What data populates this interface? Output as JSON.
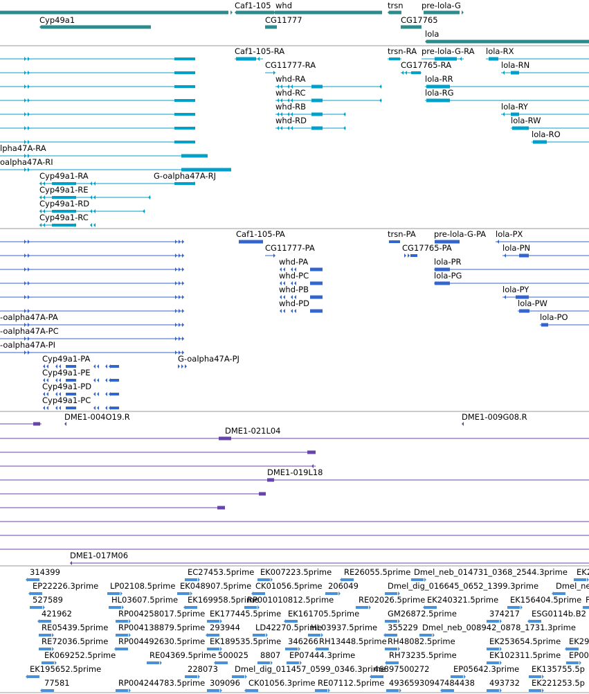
{
  "colors": {
    "gene": "#2e8b8b",
    "transcript": "#00a0c8",
    "cds": "#3366cc",
    "bac": "#6644aa",
    "est": "#4a90d9",
    "divider": "#999999"
  },
  "tracks": {
    "genes": {
      "labels": [
        {
          "text": "Caf1-105"
        },
        {
          "text": "whd"
        },
        {
          "text": "trsn"
        },
        {
          "text": "pre-lola-G"
        },
        {
          "text": "Cyp49a1"
        },
        {
          "text": "CG11777"
        },
        {
          "text": "CG17765"
        },
        {
          "text": "lola"
        }
      ]
    },
    "transcripts": {
      "labels": [
        {
          "text": "Caf1-105-RA"
        },
        {
          "text": "trsn-RA"
        },
        {
          "text": "pre-lola-G-RA"
        },
        {
          "text": "lola-RX"
        },
        {
          "text": "CG11777-RA"
        },
        {
          "text": "CG17765-RA"
        },
        {
          "text": "lola-RN"
        },
        {
          "text": "whd-RA"
        },
        {
          "text": "lola-RR"
        },
        {
          "text": "whd-RC"
        },
        {
          "text": "lola-RG"
        },
        {
          "text": "whd-RB"
        },
        {
          "text": "lola-RY"
        },
        {
          "text": "whd-RD"
        },
        {
          "text": "lola-RW"
        },
        {
          "text": "lola-RO"
        },
        {
          "text": "lpha47A-RA"
        },
        {
          "text": "oalpha47A-RI"
        },
        {
          "text": "Cyp49a1-RA"
        },
        {
          "text": "G-oalpha47A-RJ"
        },
        {
          "text": "Cyp49a1-RE"
        },
        {
          "text": "Cyp49a1-RD"
        },
        {
          "text": "Cyp49a1-RC"
        }
      ]
    },
    "proteins": {
      "labels": [
        {
          "text": "Caf1-105-PA"
        },
        {
          "text": "trsn-PA"
        },
        {
          "text": "pre-lola-G-PA"
        },
        {
          "text": "lola-PX"
        },
        {
          "text": "CG11777-PA"
        },
        {
          "text": "CG17765-PA"
        },
        {
          "text": "lola-PN"
        },
        {
          "text": "whd-PA"
        },
        {
          "text": "lola-PR"
        },
        {
          "text": "whd-PC"
        },
        {
          "text": "lola-PG"
        },
        {
          "text": "whd-PB"
        },
        {
          "text": "lola-PY"
        },
        {
          "text": "whd-PD"
        },
        {
          "text": "lola-PW"
        },
        {
          "text": "lola-PO"
        },
        {
          "text": "-oalpha47A-PA"
        },
        {
          "text": "-oalpha47A-PC"
        },
        {
          "text": "-oalpha47A-PI"
        },
        {
          "text": "Cyp49a1-PA"
        },
        {
          "text": "G-oalpha47A-PJ"
        },
        {
          "text": "Cyp49a1-PE"
        },
        {
          "text": "Cyp49a1-PD"
        },
        {
          "text": "Cyp49a1-PC"
        }
      ]
    },
    "bacs": {
      "labels": [
        {
          "text": "DME1-004O19.R"
        },
        {
          "text": "DME1-009G08.R"
        },
        {
          "text": "DME1-021L04"
        },
        {
          "text": "DME1-019L18"
        },
        {
          "text": "DME1-017M06"
        }
      ]
    },
    "ests": {
      "labels": [
        {
          "text": "314399"
        },
        {
          "text": "EC27453.5prime"
        },
        {
          "text": "EK007223.5prime"
        },
        {
          "text": "RE26055.5prime"
        },
        {
          "text": "Dmel_neb_014731_0368_2544.3prime"
        },
        {
          "text": "EK2"
        },
        {
          "text": "EP22226.3prime"
        },
        {
          "text": "LP02108.5prime"
        },
        {
          "text": "EK048907.5prime"
        },
        {
          "text": "CK01056.5prime"
        },
        {
          "text": "206049"
        },
        {
          "text": "Dmel_dig_016645_0652_1399.3prime"
        },
        {
          "text": "Dmel_ne"
        },
        {
          "text": "527589"
        },
        {
          "text": "HL03607.5prime"
        },
        {
          "text": "EK169958.5prime"
        },
        {
          "text": "RP001010812.5prime"
        },
        {
          "text": "RE02026.5prime"
        },
        {
          "text": "EK240321.5prime"
        },
        {
          "text": "EK156404.5prime"
        },
        {
          "text": "F"
        },
        {
          "text": "421962"
        },
        {
          "text": "RP004258017.5prime"
        },
        {
          "text": "EK177445.5prime"
        },
        {
          "text": "EK161705.5prime"
        },
        {
          "text": "GM26872.5prime"
        },
        {
          "text": "374217"
        },
        {
          "text": "ESG0114b.B2"
        },
        {
          "text": "RE05439.5prime"
        },
        {
          "text": "RP004138879.5prime"
        },
        {
          "text": "293944"
        },
        {
          "text": "LD42270.5prime"
        },
        {
          "text": "HL03937.5prime"
        },
        {
          "text": "355229"
        },
        {
          "text": "Dmel_neb_008942_0878_1731.3prime"
        },
        {
          "text": "RE72036.5prime"
        },
        {
          "text": "RP004492630.5prime"
        },
        {
          "text": "EK189535.5prime"
        },
        {
          "text": "346266"
        },
        {
          "text": "RH13448.5prime"
        },
        {
          "text": "RH48082.5prime"
        },
        {
          "text": "EK253654.5prime"
        },
        {
          "text": "EK29"
        },
        {
          "text": "EK069252.5prime"
        },
        {
          "text": "RE04369.5prime"
        },
        {
          "text": "500025"
        },
        {
          "text": "8807"
        },
        {
          "text": "EP07444.3prime"
        },
        {
          "text": "RH73235.5prime"
        },
        {
          "text": "EK102311.5prime"
        },
        {
          "text": "EP00"
        },
        {
          "text": "EK195652.5prime"
        },
        {
          "text": "228073"
        },
        {
          "text": "Dmel_dig_011457_0599_0346.3prime"
        },
        {
          "text": "46897500272"
        },
        {
          "text": "EP05642.3prime"
        },
        {
          "text": "EK135755.5p"
        },
        {
          "text": "77581"
        },
        {
          "text": "RP004244783.5prime"
        },
        {
          "text": "309096"
        },
        {
          "text": "CK01056.3prime"
        },
        {
          "text": "RE07112.5prime"
        },
        {
          "text": "49365930947"
        },
        {
          "text": "484438"
        },
        {
          "text": "493732"
        },
        {
          "text": "EK221253.5p"
        }
      ]
    }
  }
}
